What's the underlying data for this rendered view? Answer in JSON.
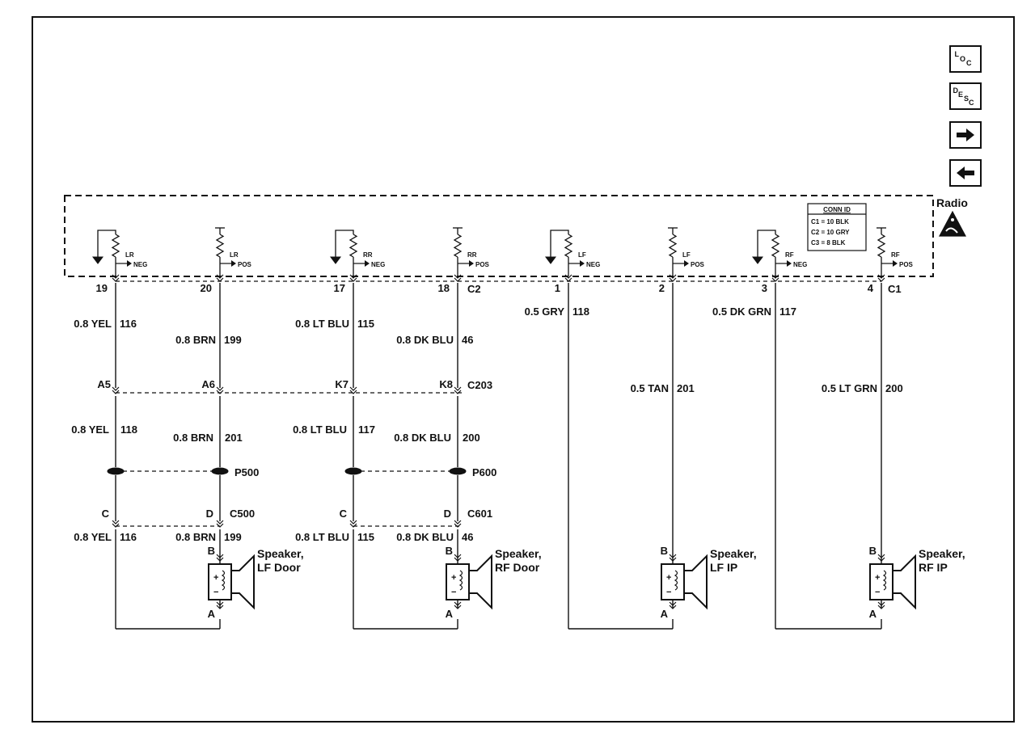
{
  "nav": {
    "loc_label": [
      "L",
      "O",
      "C"
    ],
    "desc_label": [
      "D",
      "E",
      "S",
      "C"
    ],
    "next_icon": "arrow-right-icon",
    "prev_icon": "arrow-left-icon"
  },
  "module": {
    "name": "Radio",
    "esd_icon": "esd-sensitive-icon",
    "conn_id": {
      "title": "CONN ID",
      "rows": [
        "C1 = 10 BLK",
        "C2 = 10 GRY",
        "C3 = 8 BLK"
      ]
    },
    "connector_c2": "C2",
    "connector_c1": "C1",
    "terminals": [
      {
        "label_top": "LR",
        "label_bottom": "NEG",
        "pin": "19",
        "type": "neg"
      },
      {
        "label_top": "LR",
        "label_bottom": "POS",
        "pin": "20",
        "type": "pos"
      },
      {
        "label_top": "RR",
        "label_bottom": "NEG",
        "pin": "17",
        "type": "neg"
      },
      {
        "label_top": "RR",
        "label_bottom": "POS",
        "pin": "18",
        "type": "pos"
      },
      {
        "label_top": "LF",
        "label_bottom": "NEG",
        "pin": "1",
        "type": "neg"
      },
      {
        "label_top": "LF",
        "label_bottom": "POS",
        "pin": "2",
        "type": "pos"
      },
      {
        "label_top": "RF",
        "label_bottom": "NEG",
        "pin": "3",
        "type": "neg"
      },
      {
        "label_top": "RF",
        "label_bottom": "POS",
        "pin": "4",
        "type": "pos"
      }
    ]
  },
  "wires_upper": [
    {
      "size_color": "0.8 YEL",
      "circuit": "116"
    },
    {
      "size_color": "0.8 BRN",
      "circuit": "199"
    },
    {
      "size_color": "0.8 LT BLU",
      "circuit": "115"
    },
    {
      "size_color": "0.8 DK BLU",
      "circuit": "46"
    },
    {
      "size_color": "0.5 GRY",
      "circuit": "118"
    },
    {
      "size_color": "0.5 TAN",
      "circuit": "201"
    },
    {
      "size_color": "0.5 DK GRN",
      "circuit": "117"
    },
    {
      "size_color": "0.5 LT GRN",
      "circuit": "200"
    }
  ],
  "c203": {
    "name": "C203",
    "pins": [
      "A5",
      "A6",
      "K7",
      "K8"
    ]
  },
  "wires_middle": [
    {
      "size_color": "0.8 YEL",
      "circuit": "118"
    },
    {
      "size_color": "0.8 BRN",
      "circuit": "201"
    },
    {
      "size_color": "0.8 LT BLU",
      "circuit": "117"
    },
    {
      "size_color": "0.8 DK BLU",
      "circuit": "200"
    }
  ],
  "twisted_pairs": [
    "P500",
    "P600"
  ],
  "door_connectors": [
    {
      "name": "C500",
      "pins": [
        "C",
        "D"
      ]
    },
    {
      "name": "C601",
      "pins": [
        "C",
        "D"
      ]
    }
  ],
  "wires_lower": [
    {
      "size_color": "0.8 YEL",
      "circuit": "116"
    },
    {
      "size_color": "0.8 BRN",
      "circuit": "199"
    },
    {
      "size_color": "0.8 LT BLU",
      "circuit": "115"
    },
    {
      "size_color": "0.8 DK BLU",
      "circuit": "46"
    }
  ],
  "speakers": [
    {
      "name_line1": "Speaker,",
      "name_line2": "LF Door",
      "pin_b": "B",
      "pin_a": "A"
    },
    {
      "name_line1": "Speaker,",
      "name_line2": "RF Door",
      "pin_b": "B",
      "pin_a": "A"
    },
    {
      "name_line1": "Speaker,",
      "name_line2": "LF IP",
      "pin_b": "B",
      "pin_a": "A"
    },
    {
      "name_line1": "Speaker,",
      "name_line2": "RF IP",
      "pin_b": "B",
      "pin_a": "A"
    }
  ]
}
